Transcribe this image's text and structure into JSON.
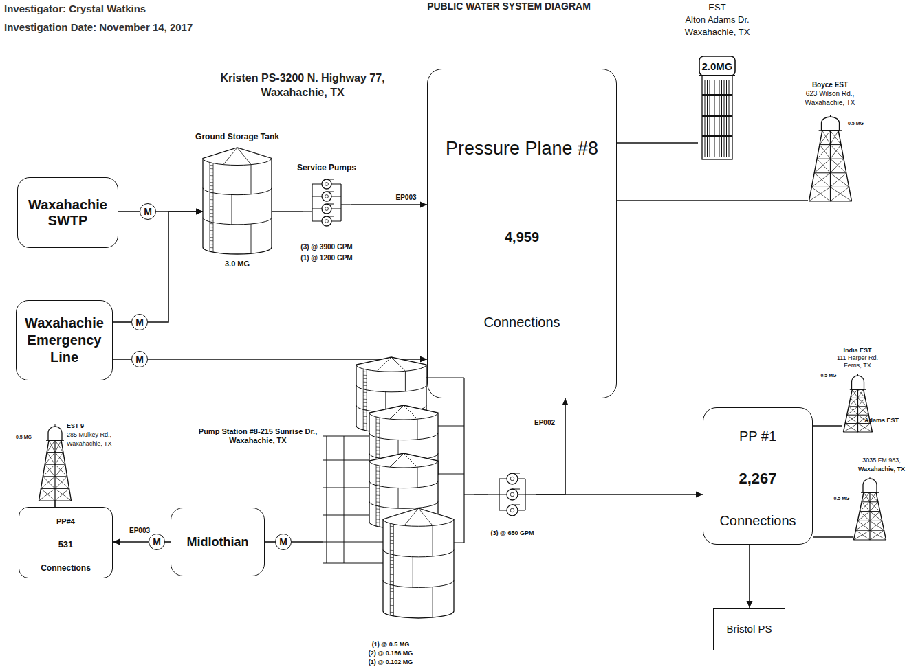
{
  "diagram": {
    "title": "PUBLIC WATER SYSTEM DIAGRAM",
    "nodes": [
      {
        "text": [
          "Waxahachie SWTP"
        ]
      },
      {
        "text": [
          "M"
        ]
      },
      {
        "text": [
          "Ground Storage Tank",
          "3.0 MG"
        ]
      },
      {
        "text": [
          "Service Pumps",
          "(3) @ 3900 GPM",
          "(1) @ 1200 GPM"
        ]
      },
      {
        "text": [
          "Pressure Plane #8",
          "4,959",
          "Connections"
        ]
      },
      {
        "text": [
          "EST",
          "Alton Adams Dr.",
          "Waxahachie, TX",
          "2.0MG"
        ]
      },
      {
        "text": [
          "Boyce EST",
          "623 Wilson Rd.,",
          "Waxahachie, TX",
          "0.5 MG"
        ]
      },
      {
        "text": [
          "Waxahachie Emergency Line"
        ]
      },
      {
        "text": [
          "M"
        ]
      },
      {
        "text": [
          "M"
        ]
      },
      {
        "text": [
          "EST 9",
          "285 Mulkey Rd.,",
          "Waxahachie, TX",
          "0.5 MG"
        ]
      },
      {
        "text": [
          "PP#4",
          "531",
          "Connections"
        ]
      },
      {
        "text": [
          "M"
        ]
      },
      {
        "text": [
          "Midlothian"
        ]
      },
      {
        "text": [
          "M"
        ]
      },
      {
        "text": [
          "Pump Station #8-215 Sunrise Dr., Waxahachie, TX",
          "(1) @ 0.5 MG",
          "(2) @ 0.156 MG",
          "(1) @ 0.102 MG"
        ]
      },
      {
        "text": [
          "(3) @ 650 GPM"
        ]
      },
      {
        "text": [
          "PP #1",
          "2,267",
          "Connections"
        ]
      },
      {
        "text": [
          "India EST",
          "111 Harper Rd.",
          "Ferris, TX",
          "0.5 MG"
        ]
      },
      {
        "text": [
          "Adams EST",
          "3035 FM 983,",
          "Waxahachie, TX",
          "0.5 MG"
        ]
      },
      {
        "text": [
          "Bristol PS"
        ]
      }
    ],
    "edges": [
      {
        "from": 0,
        "to": 1,
        "arrow": "none"
      },
      {
        "from": 1,
        "to": 2,
        "arrow": "to"
      },
      {
        "from": 8,
        "to": 2,
        "arrow": "to"
      },
      {
        "from": 2,
        "to": 3,
        "arrow": "none"
      },
      {
        "from": 3,
        "to": 4,
        "label": "EP003",
        "arrow": "to"
      },
      {
        "from": 4,
        "to": 5,
        "arrow": "none"
      },
      {
        "from": 4,
        "to": 6,
        "arrow": "none"
      },
      {
        "from": 7,
        "to": 8,
        "arrow": "none"
      },
      {
        "from": 7,
        "to": 9,
        "arrow": "none"
      },
      {
        "from": 9,
        "to": 4,
        "arrow": "to"
      },
      {
        "from": 11,
        "to": 10,
        "arrow": "none"
      },
      {
        "from": 12,
        "to": 11,
        "label": "EP003",
        "arrow": "to"
      },
      {
        "from": 13,
        "to": 12,
        "arrow": "none"
      },
      {
        "from": 14,
        "to": 13,
        "arrow": "none"
      },
      {
        "from": 15,
        "to": 14,
        "arrow": "none"
      },
      {
        "from": 15,
        "to": 16,
        "arrow": "none"
      },
      {
        "from": 16,
        "to": 4,
        "label": "EP002",
        "arrow": "to"
      },
      {
        "from": 16,
        "to": 17,
        "arrow": "to"
      },
      {
        "from": 17,
        "to": 18,
        "arrow": "none"
      },
      {
        "from": 17,
        "to": 19,
        "arrow": "none"
      },
      {
        "from": 17,
        "to": 20,
        "arrow": "to"
      }
    ],
    "labels": [
      "Investigator: Crystal Watkins",
      "Investigation Date: November 14, 2017",
      "Kristen PS-3200 N. Highway 77, Waxahachie, TX"
    ]
  }
}
